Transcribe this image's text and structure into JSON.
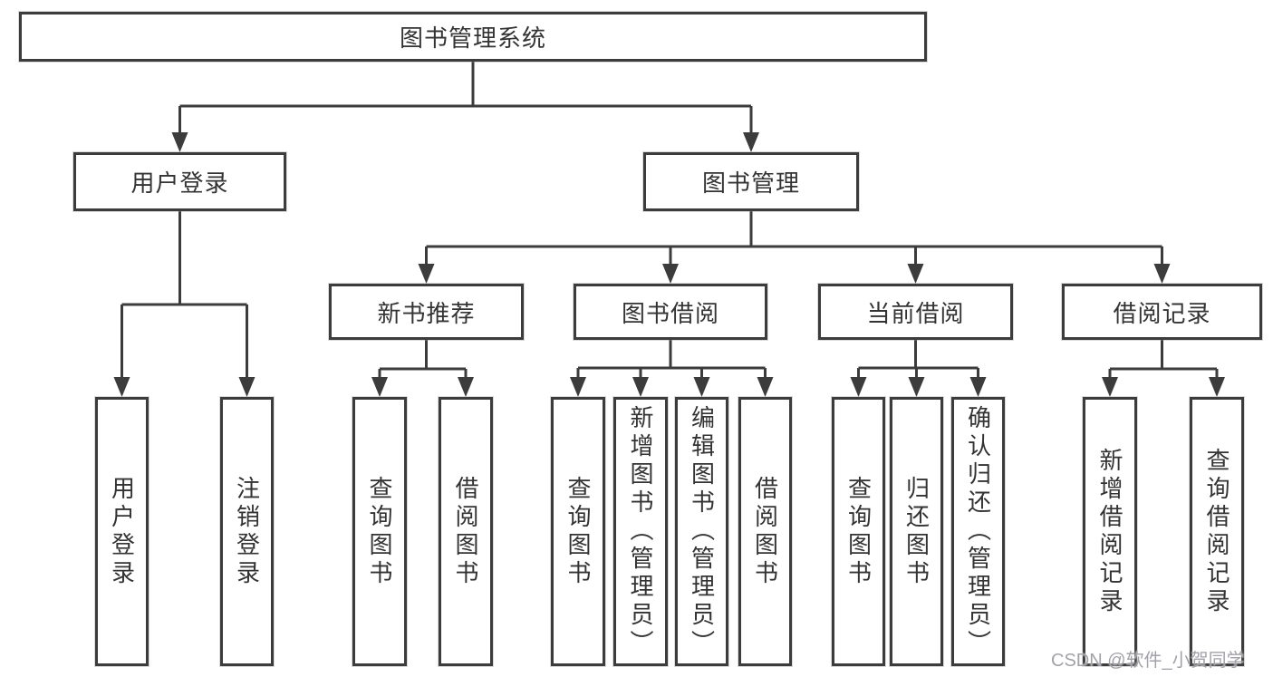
{
  "colors": {
    "line": "#3c3c3c",
    "box_border": "#3c3c3c",
    "box_fill": "#ffffff",
    "text": "#333333",
    "watermark_text": "#a2a2a8",
    "background": "#ffffff"
  },
  "tree": {
    "label": "图书管理系统",
    "children": [
      {
        "label": "用户登录",
        "children": [
          {
            "label": "用户登录"
          },
          {
            "label": "注销登录"
          }
        ]
      },
      {
        "label": "图书管理",
        "children": [
          {
            "label": "新书推荐",
            "children": [
              {
                "label": "查询图书"
              },
              {
                "label": "借阅图书"
              }
            ]
          },
          {
            "label": "图书借阅",
            "children": [
              {
                "label": "查询图书"
              },
              {
                "label": "新增图书（管理员）"
              },
              {
                "label": "编辑图书（管理员）"
              },
              {
                "label": "借阅图书"
              }
            ]
          },
          {
            "label": "当前借阅",
            "children": [
              {
                "label": "查询图书"
              },
              {
                "label": "归还图书"
              },
              {
                "label": "确认归还（管理员）"
              }
            ]
          },
          {
            "label": "借阅记录",
            "children": [
              {
                "label": "新增借阅记录"
              },
              {
                "label": "查询借阅记录"
              }
            ]
          }
        ]
      }
    ]
  },
  "watermark": {
    "text": "CSDN @软件_小贺同学"
  }
}
